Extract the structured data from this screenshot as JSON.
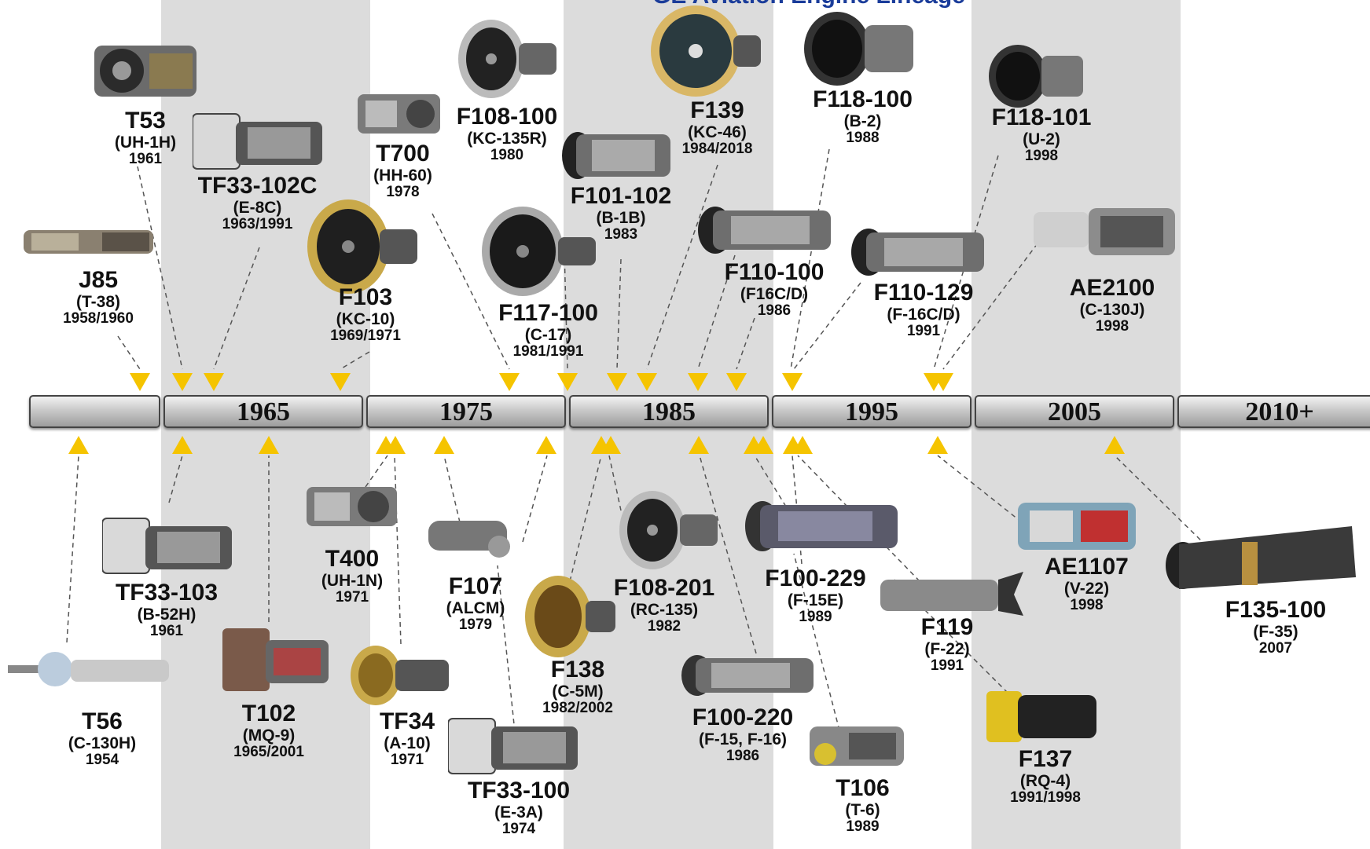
{
  "title_fragment": "GE Aviation Engine Lineage",
  "decades": [
    "",
    "1965",
    "1975",
    "1985",
    "1995",
    "2005",
    "2010+"
  ],
  "colors": {
    "band": "#dcdcdc",
    "marker": "#f5c400",
    "timeline_bar": "#bdbdbd"
  },
  "engines": [
    {
      "id": "t53",
      "name": "T53",
      "aircraft": "(UH-1H)",
      "year": "1961",
      "icon": "turboshaft-engine-icon"
    },
    {
      "id": "j85",
      "name": "J85",
      "aircraft": "(T-38)",
      "year": "1958/1960",
      "icon": "turbojet-engine-icon"
    },
    {
      "id": "tf33-102c",
      "name": "TF33-102C",
      "aircraft": "(E-8C)",
      "year": "1963/1991",
      "icon": "turbofan-engine-icon"
    },
    {
      "id": "t700",
      "name": "T700",
      "aircraft": "(HH-60)",
      "year": "1978",
      "icon": "turboshaft-engine-icon"
    },
    {
      "id": "f103",
      "name": "F103",
      "aircraft": "(KC-10)",
      "year": "1969/1971",
      "icon": "high-bypass-turbofan-icon"
    },
    {
      "id": "f108-100",
      "name": "F108-100",
      "aircraft": "(KC-135R)",
      "year": "1980",
      "icon": "high-bypass-turbofan-icon"
    },
    {
      "id": "f101-102",
      "name": "F101-102",
      "aircraft": "(B-1B)",
      "year": "1983",
      "icon": "afterburning-turbofan-icon"
    },
    {
      "id": "f117-100",
      "name": "F117-100",
      "aircraft": "(C-17)",
      "year": "1981/1991",
      "icon": "high-bypass-turbofan-icon"
    },
    {
      "id": "f139",
      "name": "F139",
      "aircraft": "(KC-46)",
      "year": "1984/2018",
      "icon": "high-bypass-turbofan-icon"
    },
    {
      "id": "f118-100",
      "name": "F118-100",
      "aircraft": "(B-2)",
      "year": "1988",
      "icon": "turbofan-engine-icon"
    },
    {
      "id": "f110-100",
      "name": "F110-100",
      "aircraft": "(F16C/D)",
      "year": "1986",
      "icon": "afterburning-turbofan-icon"
    },
    {
      "id": "f110-129",
      "name": "F110-129",
      "aircraft": "(F-16C/D)",
      "year": "1991",
      "icon": "afterburning-turbofan-icon"
    },
    {
      "id": "f118-101",
      "name": "F118-101",
      "aircraft": "(U-2)",
      "year": "1998",
      "icon": "turbofan-engine-icon"
    },
    {
      "id": "ae2100",
      "name": "AE2100",
      "aircraft": "(C-130J)",
      "year": "1998",
      "icon": "turboprop-engine-icon"
    },
    {
      "id": "t56",
      "name": "T56",
      "aircraft": "(C-130H)",
      "year": "1954",
      "icon": "turboprop-engine-icon"
    },
    {
      "id": "tf33-103",
      "name": "TF33-103",
      "aircraft": "(B-52H)",
      "year": "1961",
      "icon": "turbofan-engine-icon"
    },
    {
      "id": "t102",
      "name": "T102",
      "aircraft": "(MQ-9)",
      "year": "1965/2001",
      "icon": "turboprop-engine-icon"
    },
    {
      "id": "t400",
      "name": "T400",
      "aircraft": "(UH-1N)",
      "year": "1971",
      "icon": "turboshaft-engine-icon"
    },
    {
      "id": "tf34",
      "name": "TF34",
      "aircraft": "(A-10)",
      "year": "1971",
      "icon": "high-bypass-turbofan-icon"
    },
    {
      "id": "f107",
      "name": "F107",
      "aircraft": "(ALCM)",
      "year": "1979",
      "icon": "small-turbofan-icon"
    },
    {
      "id": "tf33-100",
      "name": "TF33-100",
      "aircraft": "(E-3A)",
      "year": "1974",
      "icon": "turbofan-engine-icon"
    },
    {
      "id": "f138",
      "name": "F138",
      "aircraft": "(C-5M)",
      "year": "1982/2002",
      "icon": "high-bypass-turbofan-icon"
    },
    {
      "id": "f108-201",
      "name": "F108-201",
      "aircraft": "(RC-135)",
      "year": "1982",
      "icon": "high-bypass-turbofan-icon"
    },
    {
      "id": "f100-229",
      "name": "F100-229",
      "aircraft": "(F-15E)",
      "year": "1989",
      "icon": "afterburning-turbofan-icon"
    },
    {
      "id": "f100-220",
      "name": "F100-220",
      "aircraft": "(F-15, F-16)",
      "year": "1986",
      "icon": "afterburning-turbofan-icon"
    },
    {
      "id": "t106",
      "name": "T106",
      "aircraft": "(T-6)",
      "year": "1989",
      "icon": "turboprop-engine-icon"
    },
    {
      "id": "ae1107",
      "name": "AE1107",
      "aircraft": "(V-22)",
      "year": "1998",
      "icon": "turboshaft-engine-icon"
    },
    {
      "id": "f119",
      "name": "F119",
      "aircraft": "(F-22)",
      "year": "1991",
      "icon": "afterburning-turbofan-icon"
    },
    {
      "id": "f137",
      "name": "F137",
      "aircraft": "(RQ-4)",
      "year": "1991/1998",
      "icon": "turbofan-engine-icon"
    },
    {
      "id": "f135-100",
      "name": "F135-100",
      "aircraft": "(F-35)",
      "year": "2007",
      "icon": "afterburning-turbofan-icon"
    }
  ]
}
